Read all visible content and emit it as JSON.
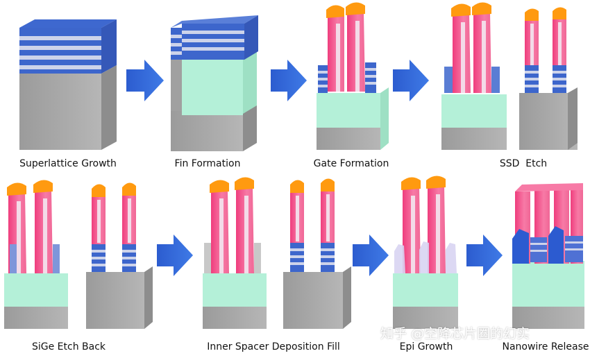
{
  "steps": [
    {
      "label": "Superlattice Growth"
    },
    {
      "label": "Fin Formation"
    },
    {
      "label": "Gate Formation"
    },
    {
      "label": "SSD  Etch"
    },
    {
      "label": "SiGe Etch Back"
    },
    {
      "label": "Inner Spacer Deposition Fill"
    },
    {
      "label": "Epi Growth"
    },
    {
      "label": "Nanowire Release"
    }
  ],
  "watermark": "知乎 @空降芯片圈的幻实",
  "colors": {
    "substrate": "#a9a9a9",
    "oxide": "#b4f0d8",
    "si_layer": "#cfcfe4",
    "sige_layer": "#3d66cc",
    "gate": "#f5508c",
    "hardmask": "#ff9a10",
    "arrow": "#2e63d6",
    "epi": "#2c5bd0",
    "inner_spacer": "#c8c8c8"
  }
}
